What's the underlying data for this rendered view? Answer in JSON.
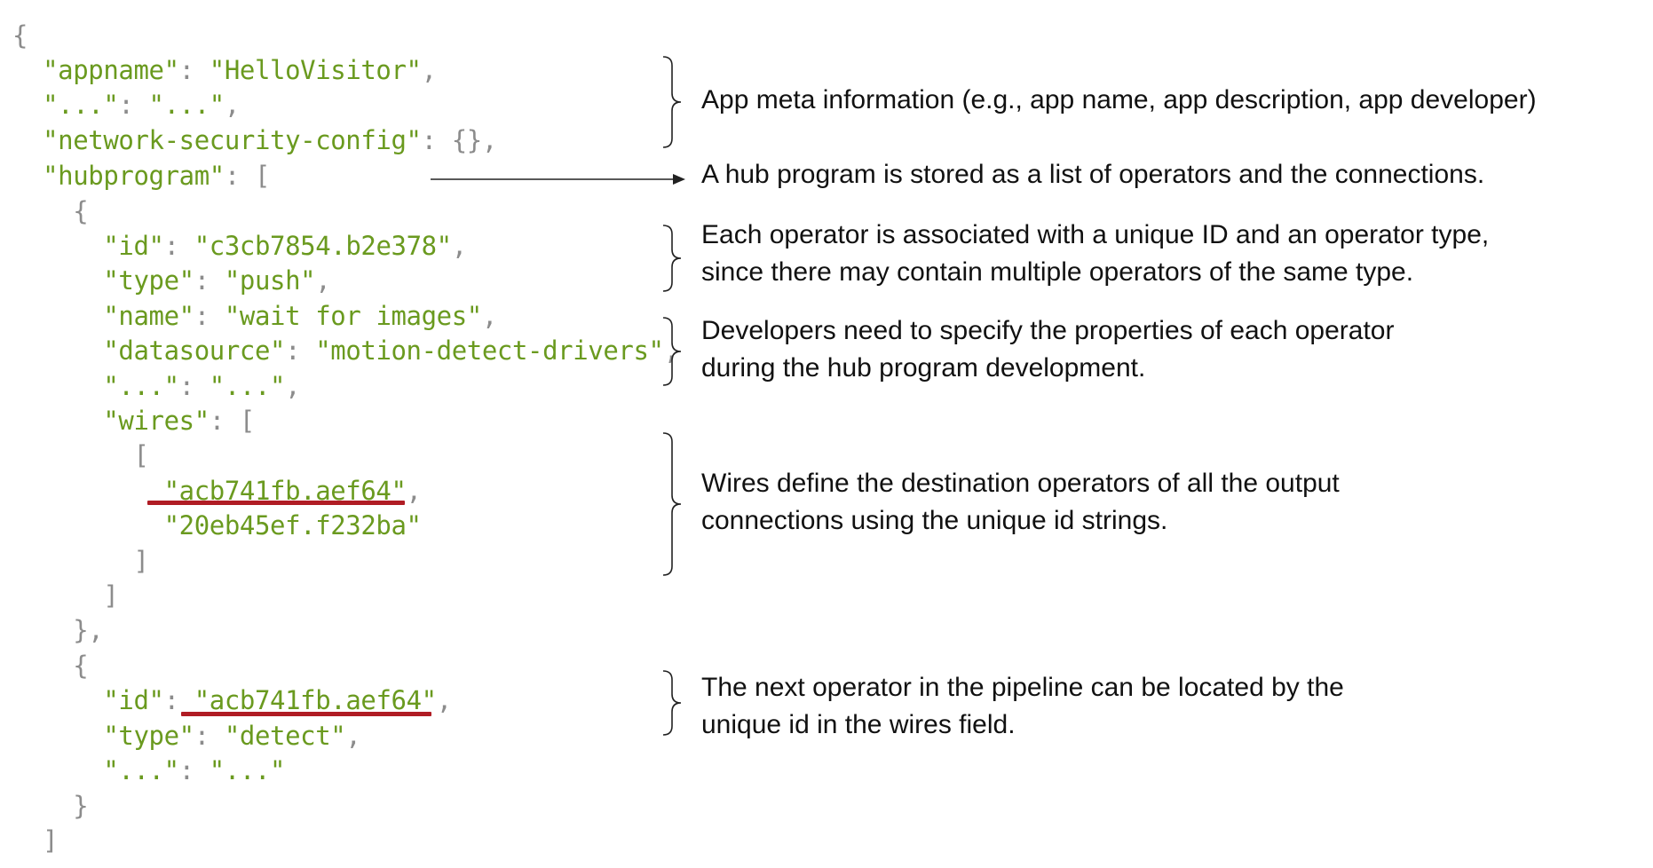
{
  "code": {
    "lines": [
      [
        [
          "p",
          "{"
        ]
      ],
      [
        [
          "s",
          "  \"appname\""
        ],
        [
          "p",
          ": "
        ],
        [
          "s",
          "\"HelloVisitor\""
        ],
        [
          "p",
          ","
        ]
      ],
      [
        [
          "s",
          "  \"...\""
        ],
        [
          "p",
          ": "
        ],
        [
          "s",
          "\"...\""
        ],
        [
          "p",
          ","
        ]
      ],
      [
        [
          "s",
          "  \"network-security-config\""
        ],
        [
          "p",
          ": {},"
        ]
      ],
      [
        [
          "s",
          "  \"hubprogram\""
        ],
        [
          "p",
          ": ["
        ]
      ],
      [
        [
          "p",
          "    {"
        ]
      ],
      [
        [
          "s",
          "      \"id\""
        ],
        [
          "p",
          ": "
        ],
        [
          "s",
          "\"c3cb7854.b2e378\""
        ],
        [
          "p",
          ","
        ]
      ],
      [
        [
          "s",
          "      \"type\""
        ],
        [
          "p",
          ": "
        ],
        [
          "s",
          "\"push\""
        ],
        [
          "p",
          ","
        ]
      ],
      [
        [
          "s",
          "      \"name\""
        ],
        [
          "p",
          ": "
        ],
        [
          "s",
          "\"wait for images\""
        ],
        [
          "p",
          ","
        ]
      ],
      [
        [
          "s",
          "      \"datasource\""
        ],
        [
          "p",
          ": "
        ],
        [
          "s",
          "\"motion-detect-drivers\""
        ],
        [
          "p",
          ","
        ]
      ],
      [
        [
          "s",
          "      \"...\""
        ],
        [
          "p",
          ": "
        ],
        [
          "s",
          "\"...\""
        ],
        [
          "p",
          ","
        ]
      ],
      [
        [
          "s",
          "      \"wires\""
        ],
        [
          "p",
          ": ["
        ]
      ],
      [
        [
          "p",
          "        ["
        ]
      ],
      [
        [
          "s",
          "          \"acb741fb.aef64\""
        ],
        [
          "p",
          ","
        ]
      ],
      [
        [
          "s",
          "          \"20eb45ef.f232ba\""
        ]
      ],
      [
        [
          "p",
          "        ]"
        ]
      ],
      [
        [
          "p",
          "      ]"
        ]
      ],
      [
        [
          "p",
          "    },"
        ]
      ],
      [
        [
          "p",
          "    {"
        ]
      ],
      [
        [
          "s",
          "      \"id\""
        ],
        [
          "p",
          ": "
        ],
        [
          "s",
          "\"acb741fb.aef64\""
        ],
        [
          "p",
          ","
        ]
      ],
      [
        [
          "s",
          "      \"type\""
        ],
        [
          "p",
          ": "
        ],
        [
          "s",
          "\"detect\""
        ],
        [
          "p",
          ","
        ]
      ],
      [
        [
          "s",
          "      \"...\""
        ],
        [
          "p",
          ": "
        ],
        [
          "s",
          "\"...\""
        ]
      ],
      [
        [
          "p",
          "    }"
        ]
      ],
      [
        [
          "p",
          "  ]"
        ]
      ]
    ]
  },
  "annotations": {
    "meta": [
      "App meta information (e.g., app name, app description, app developer)"
    ],
    "hubprogram": [
      "A hub program is stored as a list of operators and the connections."
    ],
    "operator_id": [
      "Each operator is associated with a unique ID and an operator type,",
      "since there may contain multiple operators of the same type."
    ],
    "properties": [
      "Developers need to specify the properties of each operator",
      "during the hub program development."
    ],
    "wires": [
      "Wires define the destination operators of all the output",
      "connections using the unique id strings."
    ],
    "next_operator": [
      "The next operator in the pipeline can be located by the",
      "unique id in the wires field."
    ]
  },
  "colors": {
    "string": "#6a9a1f",
    "punctuation": "#8c8c8c",
    "text": "#111111",
    "underline": "#b01c24",
    "bracket_line": "#222222"
  }
}
